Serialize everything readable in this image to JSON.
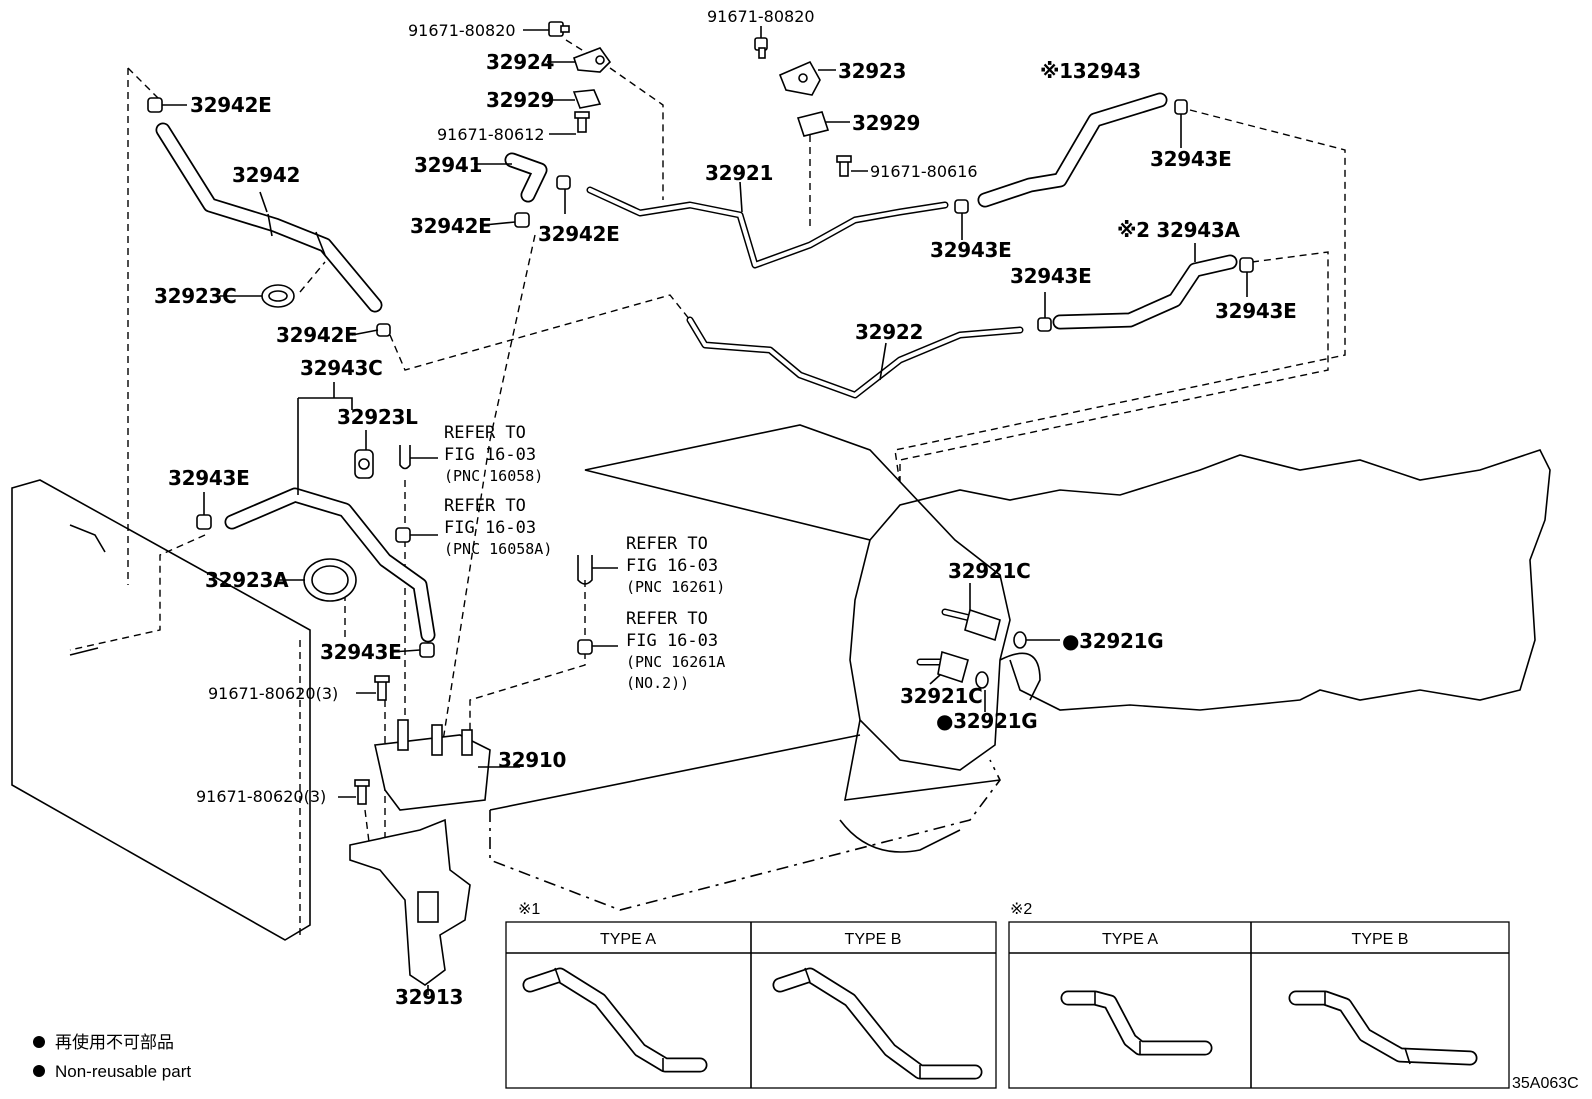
{
  "labels": {
    "p_32942E_top": "32942E",
    "p_32942": "32942",
    "p_32923C": "32923C",
    "p_32942E_mid": "32942E",
    "p_32943C": "32943C",
    "p_32923L": "32923L",
    "p_32943E_left": "32943E",
    "p_32923A": "32923A",
    "p_32943E_low": "32943E",
    "b_80620_a": "91671-80620(3)",
    "b_80620_b": "91671-80620(3)",
    "p_32910": "32910",
    "p_32913": "32913",
    "b_80820_a": "91671-80820",
    "p_32924": "32924",
    "p_32929_a": "32929",
    "b_80612": "91671-80612",
    "p_32941": "32941",
    "p_32942E_a": "32942E",
    "p_32942E_b": "32942E",
    "b_80820_b": "91671-80820",
    "p_32923": "32923",
    "p_32929_b": "32929",
    "b_80616": "91671-80616",
    "p_32921": "32921",
    "p_32943": "※132943",
    "p_32943E_r1": "32943E",
    "p_32943E_r2": "32943E",
    "p_32943A": "※2 32943A",
    "p_32943E_r3": "32943E",
    "p_32943E_r4": "32943E",
    "p_32922": "32922",
    "p_32921C_a": "32921C",
    "p_32921G_a": "●32921G",
    "p_32921C_b": "32921C",
    "p_32921G_b": "●32921G"
  },
  "refs": [
    {
      "l1": "REFER TO",
      "l2": "FIG 16-03",
      "l3": "(PNC 16058)",
      "l4": ""
    },
    {
      "l1": "REFER TO",
      "l2": "FIG 16-03",
      "l3": "(PNC 16058A)",
      "l4": ""
    },
    {
      "l1": "REFER TO",
      "l2": "FIG 16-03",
      "l3": "(PNC 16261)",
      "l4": ""
    },
    {
      "l1": "REFER TO",
      "l2": "FIG 16-03",
      "l3": "(PNC 16261A",
      "l4": "(NO.2))"
    }
  ],
  "variants": {
    "group1_mark": "※1",
    "group2_mark": "※2",
    "type_a": "TYPE A",
    "type_b": "TYPE B"
  },
  "legend": {
    "jp": "再使用不可部品",
    "en": "Non-reusable part"
  },
  "diagram_code": "35A063C"
}
